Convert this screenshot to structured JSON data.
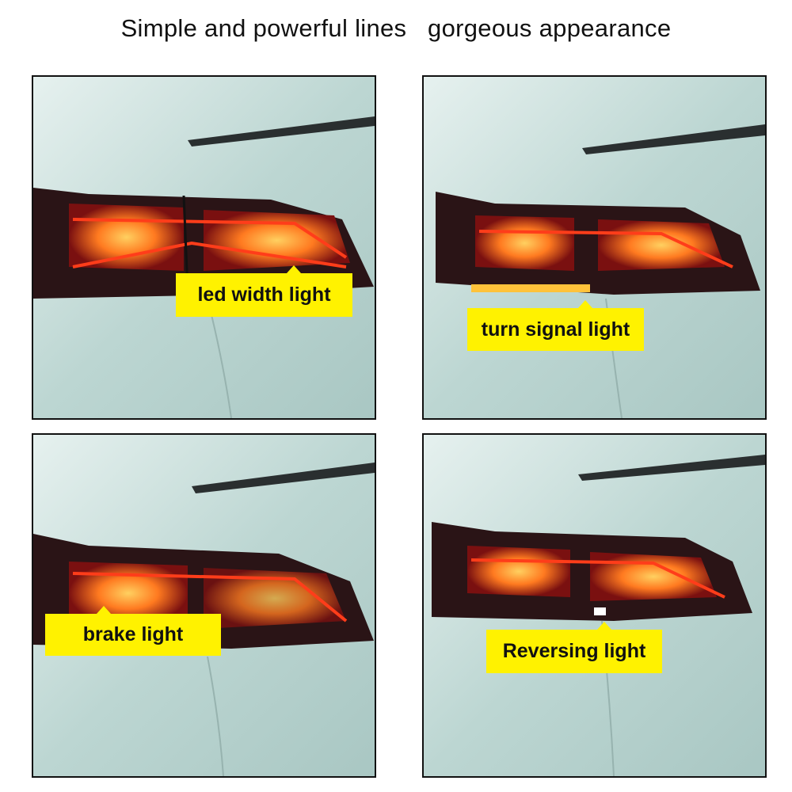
{
  "header": {
    "title": "Simple and powerful lines   gorgeous appearance"
  },
  "panels": [
    {
      "label": "led width light"
    },
    {
      "label": "turn signal light"
    },
    {
      "label": "brake light"
    },
    {
      "label": "Reversing light"
    }
  ],
  "colors": {
    "label_bg": "#fff200",
    "body": "#bcd6d2",
    "lamp_glow": "#ff5a1a"
  }
}
